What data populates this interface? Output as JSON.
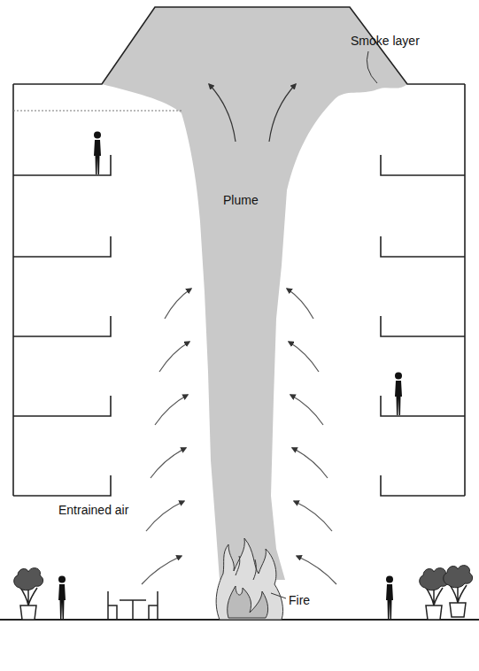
{
  "diagram": {
    "labels": [
      "Smoke layer",
      "Plume",
      "Entrained air",
      "Fire"
    ]
  }
}
